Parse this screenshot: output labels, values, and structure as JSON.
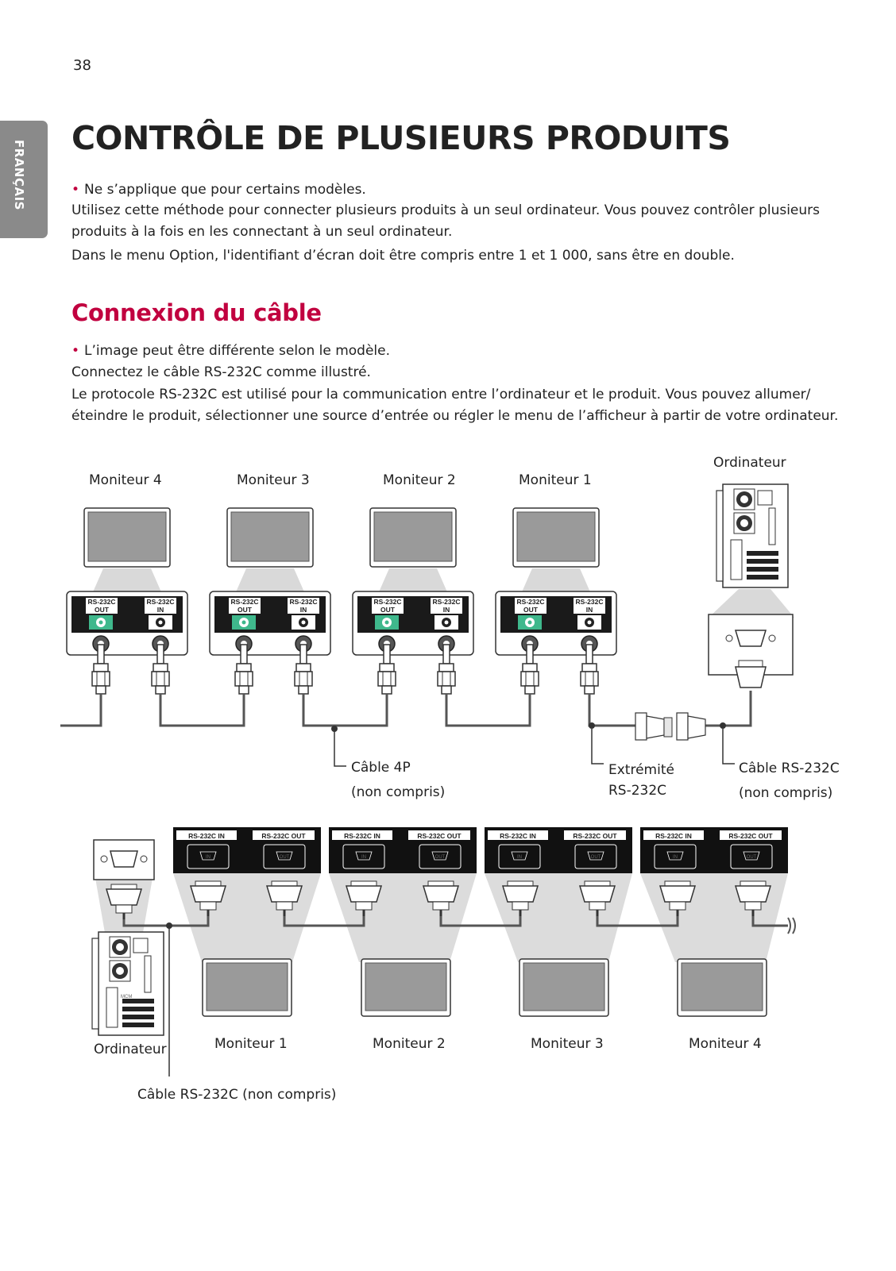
{
  "page": {
    "number": "38",
    "language_tab": "FRANÇAIS",
    "title": "CONTRÔLE DE PLUSIEURS PRODUITS",
    "intro_bullet": "Ne s’applique que pour certains modèles.",
    "intro_line1": "Utilisez cette méthode pour connecter plusieurs produits à un seul ordinateur. Vous pouvez contrôler plusieurs produits à la fois en les connectant à un seul ordinateur.",
    "intro_line2": "Dans le menu Option, l'identifiant d’écran doit être compris entre 1 et 1 000, sans être en double.",
    "section_title": "Connexion du câble",
    "section_bullet": "L’image peut être différente selon le modèle.",
    "section_line1": "Connectez le câble RS-232C comme illustré.",
    "section_line2": "Le protocole RS-232C est utilisé pour la communication entre l’ordinateur et le produit. Vous pouvez allumer/éteindre le produit, sélectionner une source d’entrée ou régler le menu de l’afficheur à partir de votre ordinateur."
  },
  "diagram1": {
    "monitors": [
      "Moniteur 4",
      "Moniteur 3",
      "Moniteur 2",
      "Moniteur 1"
    ],
    "computer": "Ordinateur",
    "port_out": [
      "RS-232C",
      "OUT"
    ],
    "port_in": [
      "RS-232C",
      "IN"
    ],
    "cable_4p": [
      "Câble 4P",
      "(non compris)"
    ],
    "terminator": [
      "Extrémité",
      "RS-232C"
    ],
    "cable_rs232c": [
      "Câble RS-232C",
      "(non compris)"
    ]
  },
  "diagram2": {
    "monitors": [
      "Moniteur 1",
      "Moniteur 2",
      "Moniteur 3",
      "Moniteur 4"
    ],
    "computer": "Ordinateur",
    "port_in": "RS-232C IN",
    "port_out": "RS-232C OUT",
    "jack_in": "IN",
    "jack_out": "OUT",
    "cable": "Câble RS-232C (non compris)",
    "computer_badge": "MCM"
  }
}
